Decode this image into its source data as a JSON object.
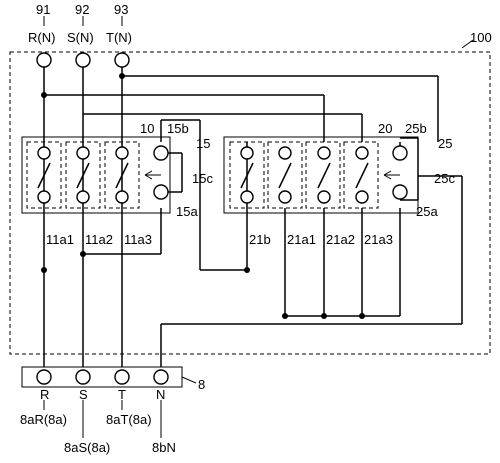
{
  "diagram": {
    "terminals_top": {
      "r": "R(N)",
      "s": "S(N)",
      "t": "T(N)"
    },
    "refs": {
      "r91": "91",
      "r92": "92",
      "r93": "93",
      "r100": "100",
      "r10": "10",
      "r20": "20",
      "r15": "15",
      "r15a": "15a",
      "r15b": "15b",
      "r15c": "15c",
      "r25": "25",
      "r25a": "25a",
      "r25b": "25b",
      "r25c": "25c",
      "r11a1": "11a1",
      "r11a2": "11a2",
      "r11a3": "11a3",
      "r21b": "21b",
      "r21a1": "21a1",
      "r21a2": "21a2",
      "r21a3": "21a3",
      "r8": "8"
    },
    "terminal_block": {
      "r": "R",
      "s": "S",
      "t": "T",
      "n": "N"
    },
    "bottom_labels": {
      "r8aR": "8aR(8a)",
      "r8aS": "8aS(8a)",
      "r8aT": "8aT(8a)",
      "r8bN": "8bN"
    }
  }
}
